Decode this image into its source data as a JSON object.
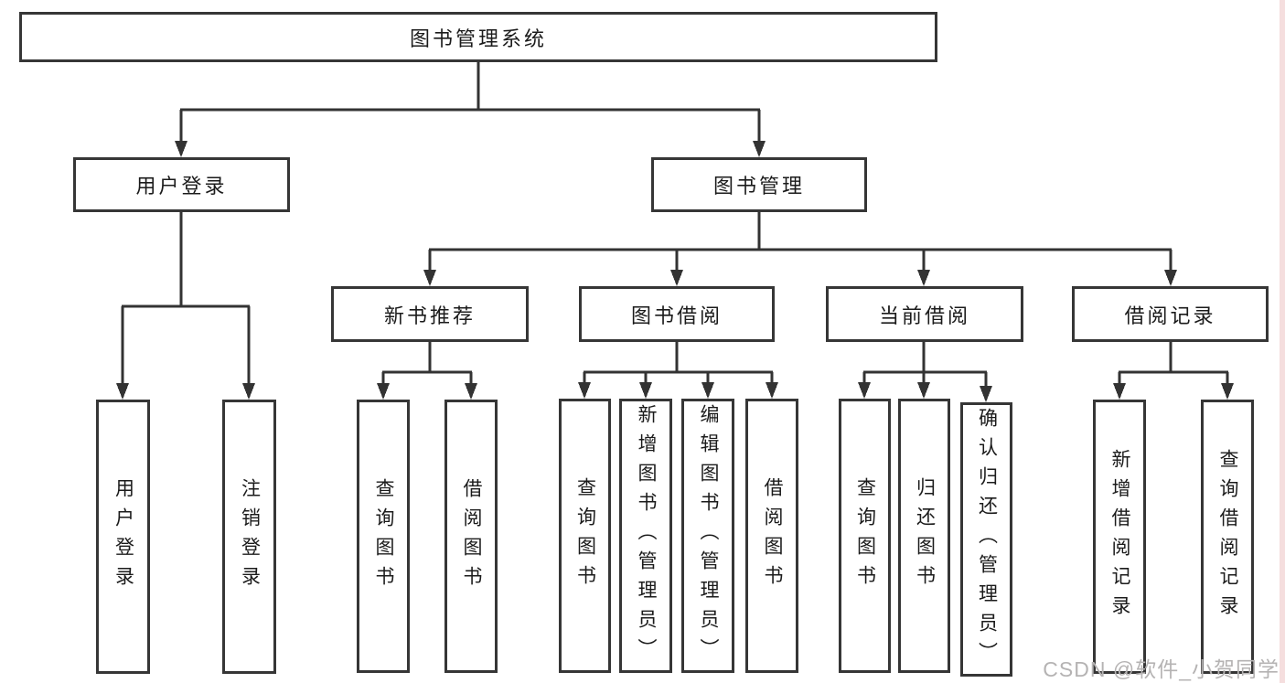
{
  "watermark": "CSDN @软件_小贺同学",
  "colors": {
    "line": "#333333",
    "box_border": "#363636",
    "text": "#1b1b1b",
    "watermark_text": "#b5b3b3",
    "right_strip": "#f5dede"
  },
  "tree": {
    "label": "图书管理系统",
    "children": [
      {
        "label": "用户登录",
        "children": [
          {
            "label": "用户登录"
          },
          {
            "label": "注销登录"
          }
        ]
      },
      {
        "label": "图书管理",
        "children": [
          {
            "label": "新书推荐",
            "children": [
              {
                "label": "查询图书"
              },
              {
                "label": "借阅图书"
              }
            ]
          },
          {
            "label": "图书借阅",
            "children": [
              {
                "label": "查询图书"
              },
              {
                "label": "新增图书（管理员）"
              },
              {
                "label": "编辑图书（管理员）"
              },
              {
                "label": "借阅图书"
              }
            ]
          },
          {
            "label": "当前借阅",
            "children": [
              {
                "label": "查询图书"
              },
              {
                "label": "归还图书"
              },
              {
                "label": "确认归还（管理员）"
              }
            ]
          },
          {
            "label": "借阅记录",
            "children": [
              {
                "label": "新增借阅记录"
              },
              {
                "label": "查询借阅记录"
              }
            ]
          }
        ]
      }
    ]
  }
}
